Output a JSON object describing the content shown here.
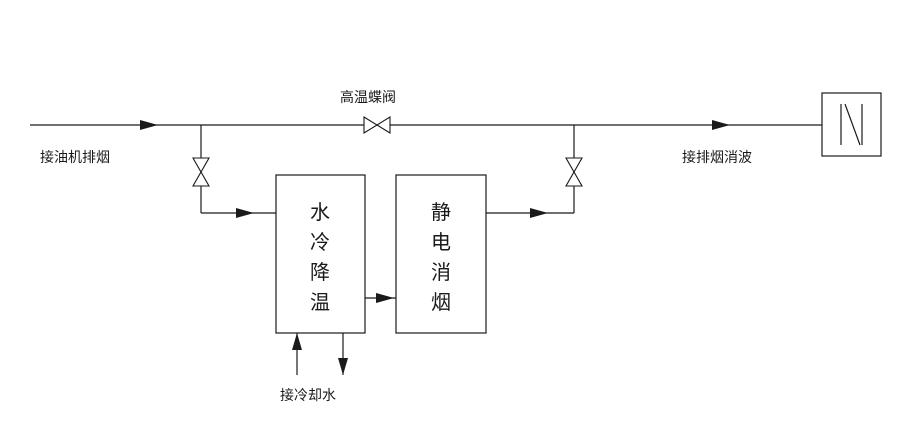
{
  "labels": {
    "inlet": "接油机排烟",
    "butterfly_valve": "高温蝶阀",
    "outlet": "接排烟消波",
    "cooling_water": "接冷却水"
  },
  "boxes": {
    "water_cooler": [
      "水",
      "冷",
      "降",
      "温"
    ],
    "electrostatic": [
      "静",
      "电",
      "消",
      "烟"
    ]
  },
  "colors": {
    "line": "#1a1a1a",
    "background": "#ffffff"
  }
}
